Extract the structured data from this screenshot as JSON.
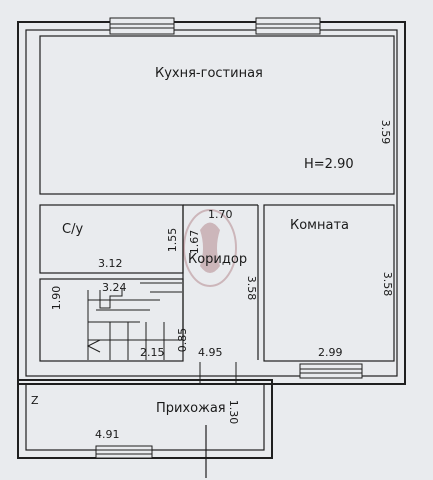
{
  "rooms": {
    "kitchen_living": "Кухня-гостиная",
    "bathroom": "С/у",
    "corridor": "Коридор",
    "room": "Комната",
    "hallway": "Прихожая"
  },
  "dimensions": {
    "kitchen_height": "3.59",
    "ceiling_height": "H=2.90",
    "corridor_width": "1.70",
    "bathroom_height_1": "1.55",
    "bathroom_height_2": "1.67",
    "bathroom_width": "3.12",
    "corridor_height": "3.58",
    "room_height": "3.58",
    "stair_width": "3.24",
    "stair_height": "1.90",
    "stair_bottom": "2.15",
    "stair_small": "0.85",
    "hallway_top": "4.95",
    "room_width": "2.99",
    "hallway_height": "1.30",
    "hallway_width": "4.91"
  },
  "colors": {
    "line": "#1f1f1f",
    "paper": "#e9ebee"
  }
}
